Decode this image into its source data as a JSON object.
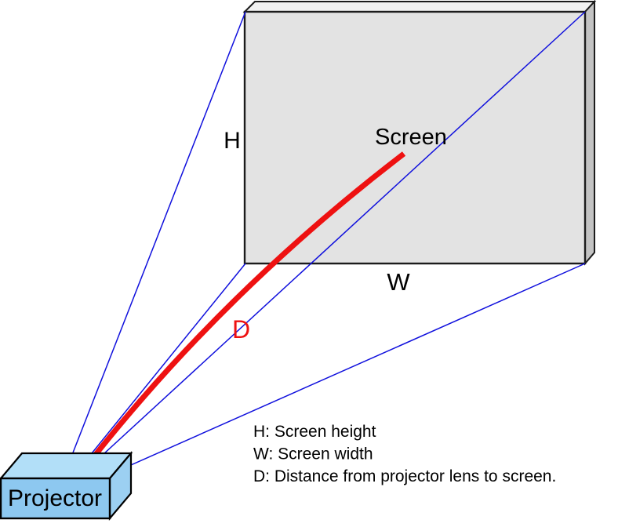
{
  "colors": {
    "background": "#ffffff",
    "beam_blue": "#1010dd",
    "distance_red": "#ee1111",
    "screen_front": "#e3e3e3",
    "screen_top": "#f2f2f2",
    "screen_side": "#c3c3c3",
    "screen_outline": "#1c1c1c",
    "projector_front": "#8dc8f0",
    "projector_top": "#b2dff8",
    "projector_side": "#9cd0f2",
    "projector_outline": "#000000",
    "label_black": "#000000"
  },
  "diagram": {
    "screen_label": "Screen",
    "projector_label": "Projector",
    "height_label": "H",
    "width_label": "W",
    "distance_label": "D"
  },
  "legend": {
    "lines": [
      "H: Screen height",
      "W: Screen width",
      "D: Distance from projector lens to screen."
    ]
  }
}
